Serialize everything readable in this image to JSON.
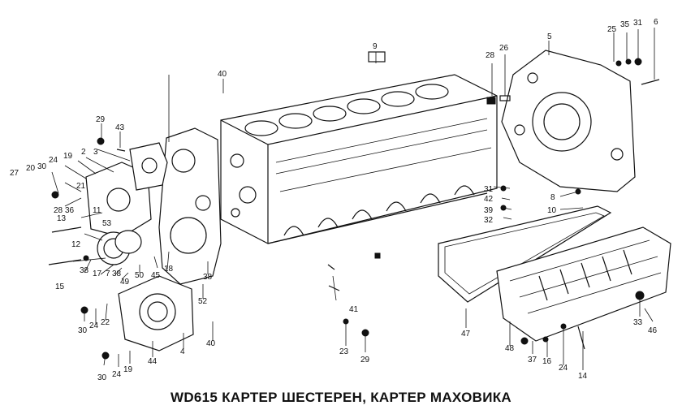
{
  "caption": "WD615  КАРТЕР ШЕСТЕРЕН, КАРТЕР МАХОВИКА",
  "callouts": [
    {
      "label": "9"
    },
    {
      "label": "40"
    },
    {
      "label": "28"
    },
    {
      "label": "26"
    },
    {
      "label": "5"
    },
    {
      "label": "25"
    },
    {
      "label": "35"
    },
    {
      "label": "31"
    },
    {
      "label": "6"
    },
    {
      "label": "29"
    },
    {
      "label": "43"
    },
    {
      "label": "3"
    },
    {
      "label": "2"
    },
    {
      "label": "24"
    },
    {
      "label": "19"
    },
    {
      "label": "30"
    },
    {
      "label": "20"
    },
    {
      "label": "27"
    },
    {
      "label": "21"
    },
    {
      "label": "28"
    },
    {
      "label": "36"
    },
    {
      "label": "13"
    },
    {
      "label": "11"
    },
    {
      "label": "53"
    },
    {
      "label": "12"
    },
    {
      "label": "15"
    },
    {
      "label": "38"
    },
    {
      "label": "17"
    },
    {
      "label": "7"
    },
    {
      "label": "38"
    },
    {
      "label": "49"
    },
    {
      "label": "50"
    },
    {
      "label": "45"
    },
    {
      "label": "18"
    },
    {
      "label": "38"
    },
    {
      "label": "52"
    },
    {
      "label": "30"
    },
    {
      "label": "24"
    },
    {
      "label": "22"
    },
    {
      "label": "44"
    },
    {
      "label": "4"
    },
    {
      "label": "40"
    },
    {
      "label": "30"
    },
    {
      "label": "24"
    },
    {
      "label": "19"
    },
    {
      "label": "31"
    },
    {
      "label": "42"
    },
    {
      "label": "39"
    },
    {
      "label": "32"
    },
    {
      "label": "8"
    },
    {
      "label": "10"
    },
    {
      "label": "41"
    },
    {
      "label": "23"
    },
    {
      "label": "29"
    },
    {
      "label": "47"
    },
    {
      "label": "48"
    },
    {
      "label": "37"
    },
    {
      "label": "16"
    },
    {
      "label": "24"
    },
    {
      "label": "14"
    },
    {
      "label": "33"
    },
    {
      "label": "46"
    }
  ]
}
